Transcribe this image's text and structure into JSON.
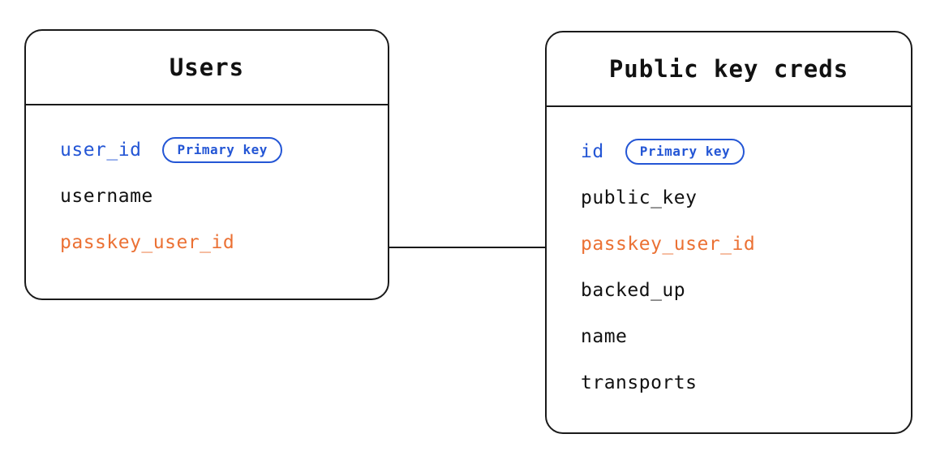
{
  "colors": {
    "blue": "#2456d5",
    "orange": "#eb7134",
    "border": "#1a1a1a",
    "bg": "#ffffff"
  },
  "diagram": {
    "type": "entity-relationship",
    "relationship": {
      "from_table": "Users",
      "from_field": "passkey_user_id",
      "to_table": "Public key creds",
      "to_field": "passkey_user_id"
    }
  },
  "tables": [
    {
      "title": "Users",
      "fields": [
        {
          "name": "user_id",
          "color": "blue",
          "badge": "Primary key"
        },
        {
          "name": "username",
          "color": "black"
        },
        {
          "name": "passkey_user_id",
          "color": "orange"
        }
      ]
    },
    {
      "title": "Public key creds",
      "fields": [
        {
          "name": "id",
          "color": "blue",
          "badge": "Primary key"
        },
        {
          "name": "public_key",
          "color": "black"
        },
        {
          "name": "passkey_user_id",
          "color": "orange"
        },
        {
          "name": "backed_up",
          "color": "black"
        },
        {
          "name": "name",
          "color": "black"
        },
        {
          "name": "transports",
          "color": "black"
        }
      ]
    }
  ]
}
